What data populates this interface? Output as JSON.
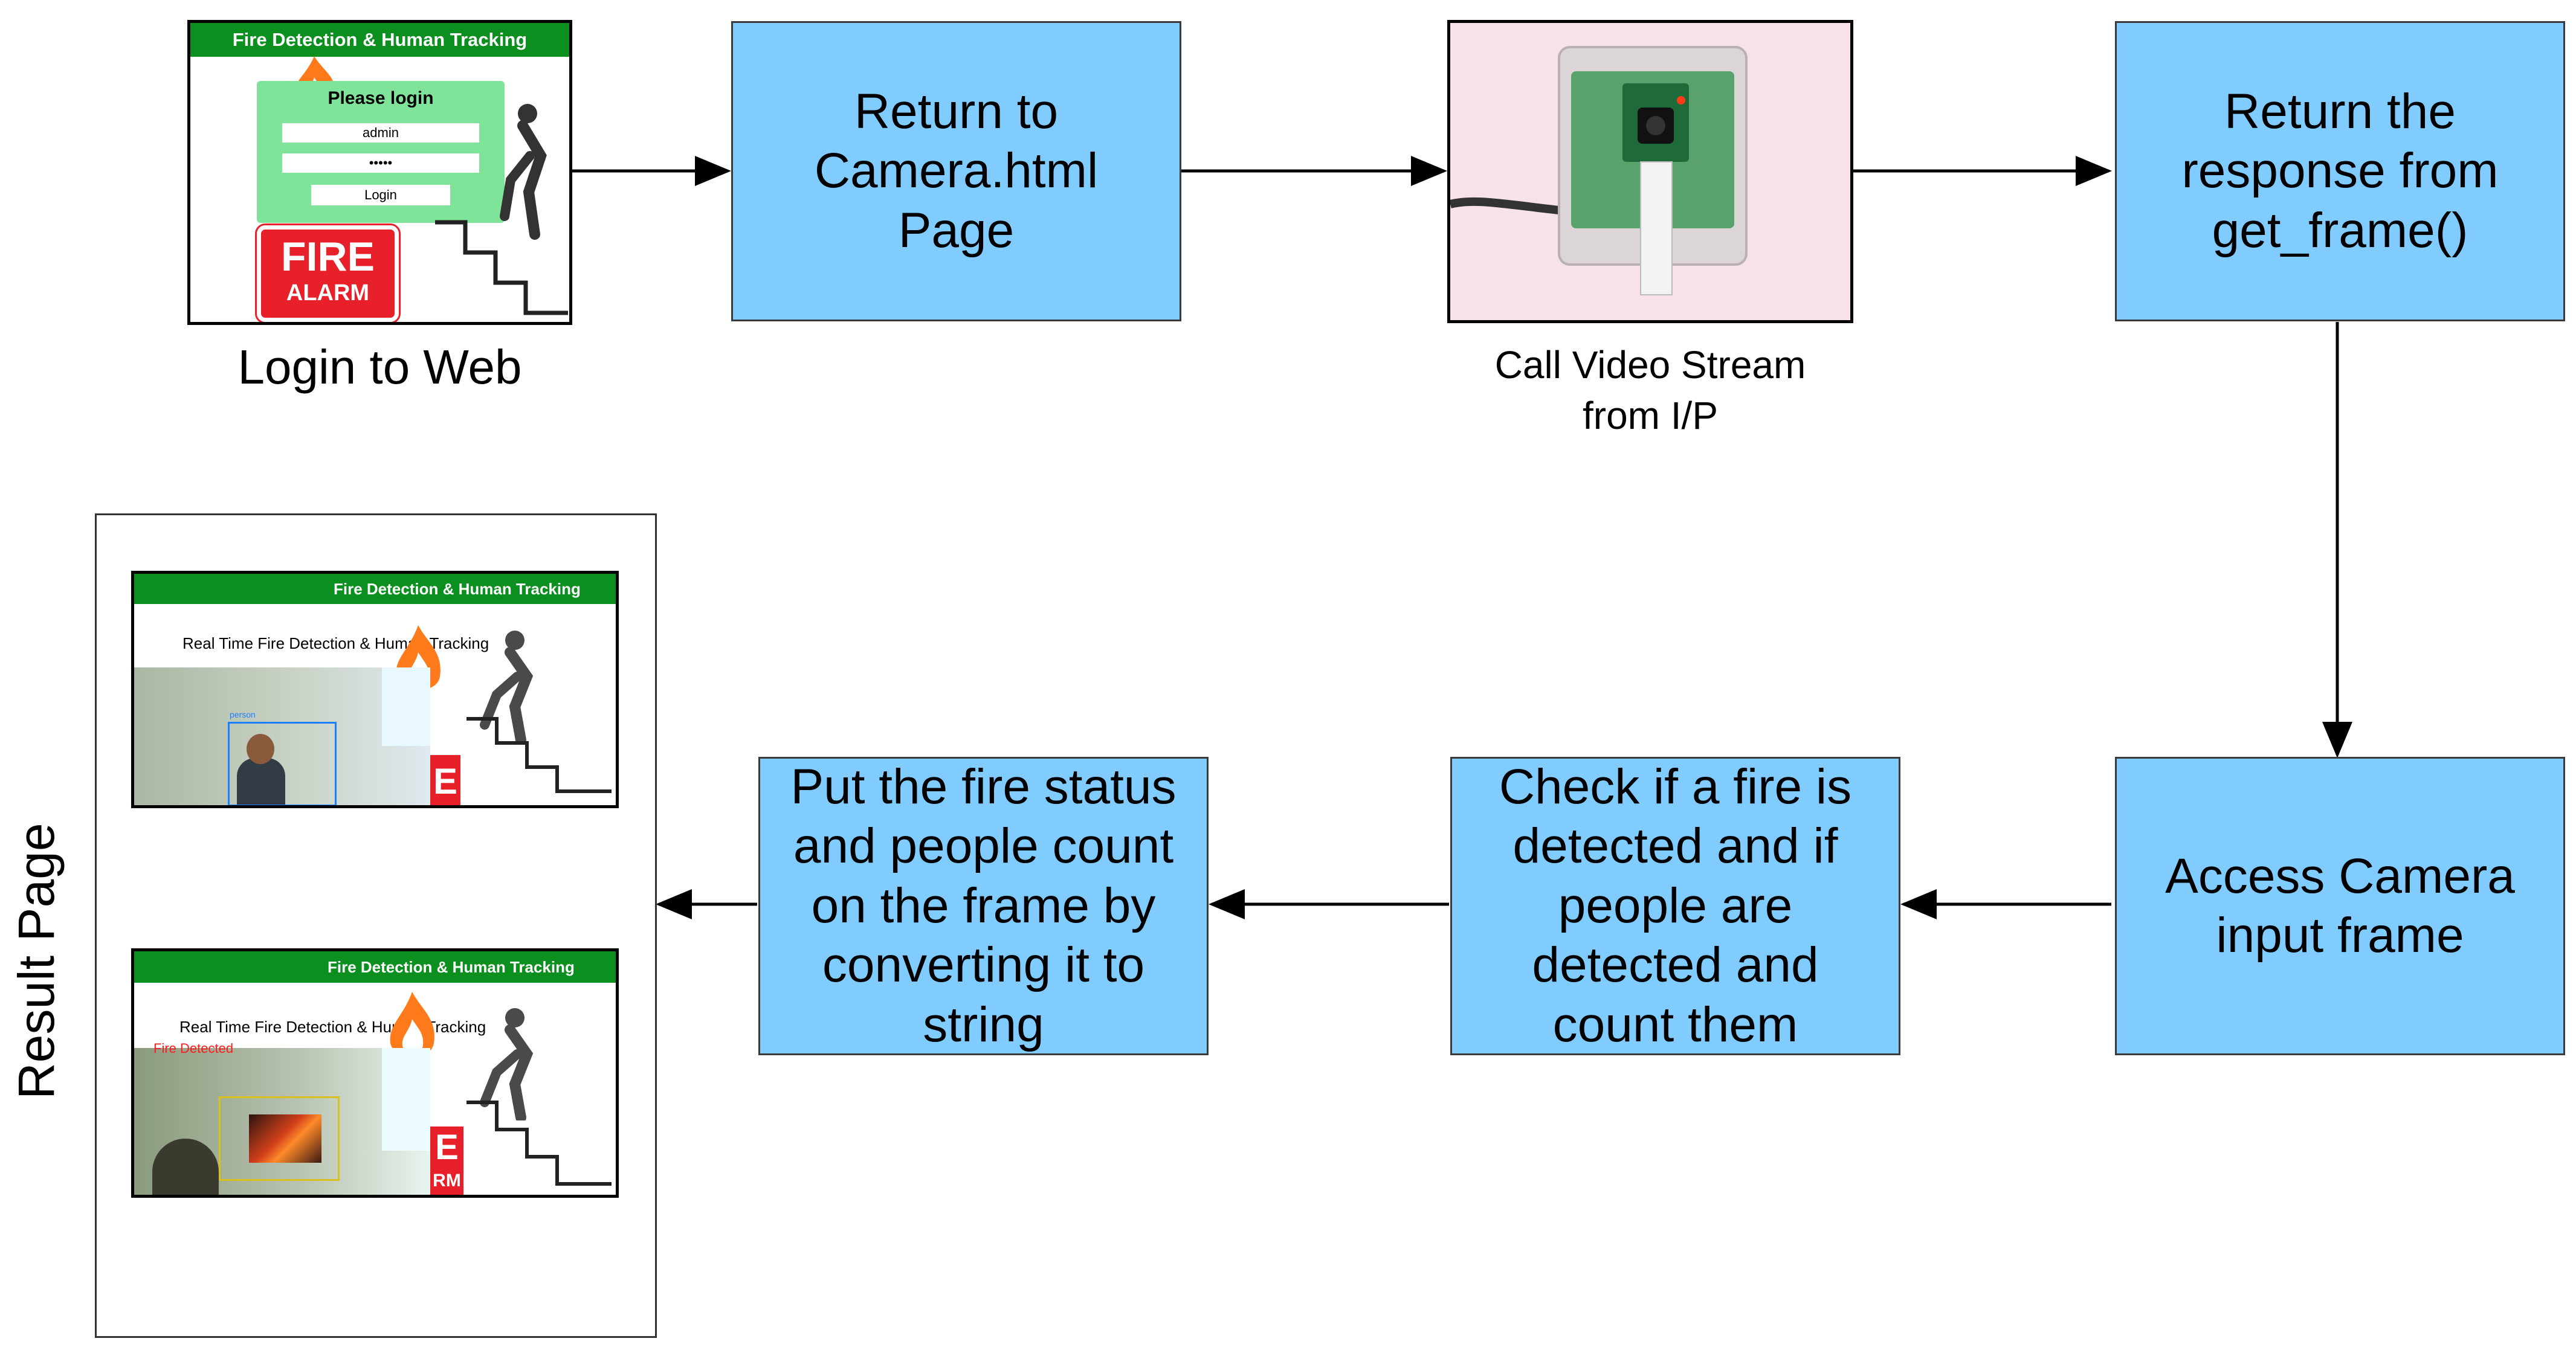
{
  "step_login": {
    "caption": "Login to Web"
  },
  "login_screen": {
    "header": "Fire Detection & Human Tracking",
    "panel_title": "Please login",
    "username_value": "admin",
    "password_value": "•••••",
    "login_button": "Login",
    "sign_line1": "FIRE",
    "sign_line2": "ALARM"
  },
  "step_return_camera": {
    "text": "Return to Camera.html Page"
  },
  "step_video_stream": {
    "caption_line1": "Call Video Stream",
    "caption_line2": "from I/P"
  },
  "step_return_response": {
    "text": "Return the response from get_frame()"
  },
  "step_access_frame": {
    "text": "Access Camera input frame"
  },
  "step_check_fire": {
    "text": "Check if a fire is detected and if people are detected and count them"
  },
  "step_put_status": {
    "text": "Put the fire status and people count on the frame by converting it to string"
  },
  "result_page": {
    "label": "Result Page",
    "top": {
      "header": "Fire Detection & Human Tracking",
      "title": "Real Time Fire Detection & Human Tracking",
      "detection_label": "person",
      "sign_letter": "E"
    },
    "bottom": {
      "header": "Fire Detection & Human Tracking",
      "title": "Real Time Fire Detection & Human Tracking",
      "status_text": "Fire Detected",
      "sign_line1": "E",
      "sign_line2": "RM"
    }
  },
  "colors": {
    "process_box": "#80ccff",
    "header_bar": "#0b8f1f",
    "login_panel": "#7fe39a",
    "alarm_red": "#e8202a",
    "fire_orange": "#ff7a1a",
    "person_box": "#1e7fff",
    "fire_box": "#d8c020",
    "fire_text": "#ff1a1a"
  },
  "icons": [
    "running-person-icon",
    "stairs-icon",
    "flame-icon",
    "raspberry-pi-camera-icon"
  ]
}
